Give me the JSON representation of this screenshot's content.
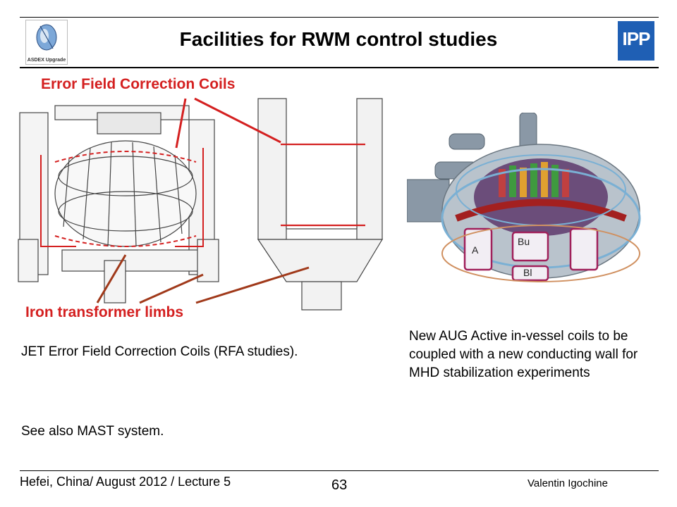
{
  "slide": {
    "title": "Facilities for RWM control studies",
    "logo_left_caption": "ASDEX Upgrade",
    "logo_right_mark": "IPP",
    "jet_figure": {
      "label_top": "Error Field Correction Coils",
      "label_bottom": "Iron transformer limbs"
    },
    "aug_figure": {
      "label_a": "A",
      "label_bu": "Bu",
      "label_bl": "Bl"
    },
    "jet_caption": "JET Error Field Correction Coils (RFA studies).",
    "mast_note": "See also MAST system.",
    "aug_caption": "New AUG Active in-vessel coils to be coupled with a new conducting wall for MHD stabilization experiments"
  },
  "footer": {
    "left": "Hefei, China/ August 2012 / Lecture 5",
    "page": "63",
    "right": "Valentin Igochine"
  },
  "colors": {
    "coil_red": "#d42020",
    "limb_brown": "#a0391a",
    "ipp_blue": "#1f5fb4",
    "wall_blue": "#7ab0d4"
  }
}
